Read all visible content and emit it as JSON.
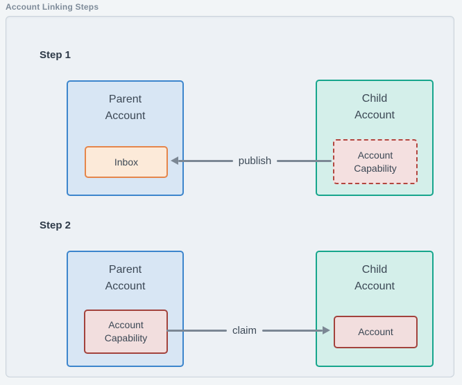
{
  "diagram": {
    "title": "Account Linking Steps"
  },
  "colors": {
    "page_background": "#f2f5f7",
    "frame_background": "#edf1f5",
    "frame_border": "#c9d2da",
    "parent_fill": "#d8e6f4",
    "parent_border": "#3c85cc",
    "child_fill": "#d4efea",
    "child_border": "#16a58c",
    "inbox_fill": "#fcead9",
    "inbox_border": "#e5854a",
    "capability_fill": "#f2dede",
    "capability_border": "#a2423c",
    "capability_dashed_border": "#b2453e",
    "arrow": "#7b8794",
    "text_dark": "#3b4754",
    "title_gray": "#7e8b99"
  },
  "steps": [
    {
      "label": "Step 1",
      "parent": {
        "title": "Parent Account",
        "inner_label": "Inbox"
      },
      "child": {
        "title": "Child Account",
        "inner_label": "Account Capability"
      },
      "arrow_label": "publish",
      "arrow_direction": "left"
    },
    {
      "label": "Step 2",
      "parent": {
        "title": "Parent Account",
        "inner_label": "Account Capability"
      },
      "child": {
        "title": "Child Account",
        "inner_label": "Account"
      },
      "arrow_label": "claim",
      "arrow_direction": "right"
    }
  ]
}
